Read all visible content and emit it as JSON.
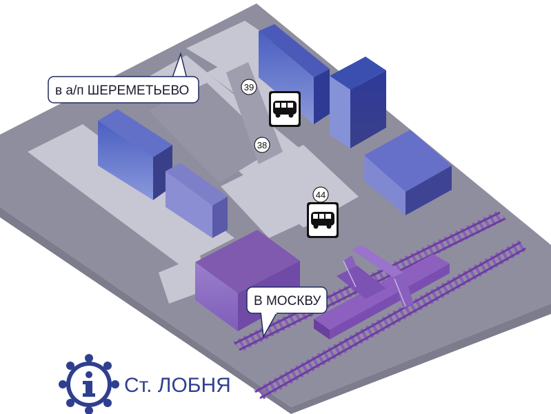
{
  "labels": {
    "to_airport": "в а/п ШЕРЕМЕТЬЕВО",
    "to_moscow": "В МОСКВУ",
    "station": "Ст. ЛОБНЯ"
  },
  "bus_stops": [
    {
      "number": "39"
    },
    {
      "number": "38"
    },
    {
      "number": "44"
    }
  ],
  "icons": {
    "bus": "bus-stop-icon",
    "info": "info-icon"
  },
  "colors": {
    "ground": "#8e8d9c",
    "road": "#c9c8d4",
    "building_blue_top": "#7f8bd6",
    "building_blue_side": "#3b3f8e",
    "building_purple": "#8a63b8",
    "rail": "#7b4ea8",
    "logo": "#2f3f8f"
  }
}
